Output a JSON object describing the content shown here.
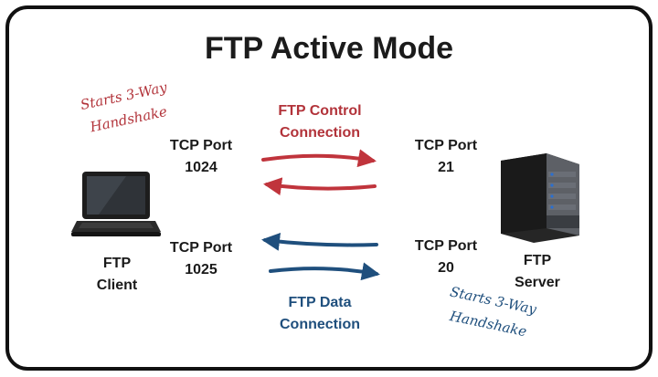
{
  "title": "FTP Active Mode",
  "client": {
    "line1": "FTP",
    "line2": "Client"
  },
  "server": {
    "line1": "FTP",
    "line2": "Server"
  },
  "client_control_port": {
    "line1": "TCP Port",
    "line2": "1024"
  },
  "server_control_port": {
    "line1": "TCP Port",
    "line2": "21"
  },
  "client_data_port": {
    "line1": "TCP Port",
    "line2": "1025"
  },
  "server_data_port": {
    "line1": "TCP Port",
    "line2": "20"
  },
  "control_connection": {
    "line1": "FTP Control",
    "line2": "Connection"
  },
  "data_connection": {
    "line1": "FTP Data",
    "line2": "Connection"
  },
  "handshake_client": {
    "line1": "Starts 3-Way",
    "line2": "Handshake"
  },
  "handshake_server": {
    "line1": "Starts 3-Way",
    "line2": "Handshake"
  },
  "colors": {
    "control": "#c0343c",
    "data": "#1f4f7d"
  },
  "icons": {
    "client": "laptop-icon",
    "server": "server-icon"
  }
}
